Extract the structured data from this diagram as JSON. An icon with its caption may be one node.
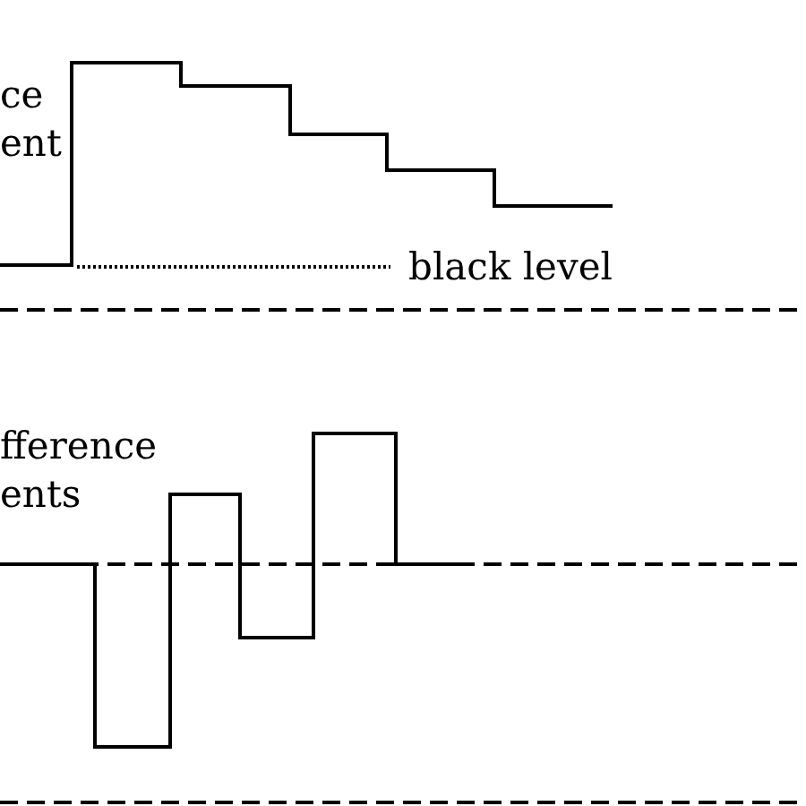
{
  "diagram": {
    "labels": [
      "ce ent",
      "black level",
      "fference ents"
    ]
  }
}
